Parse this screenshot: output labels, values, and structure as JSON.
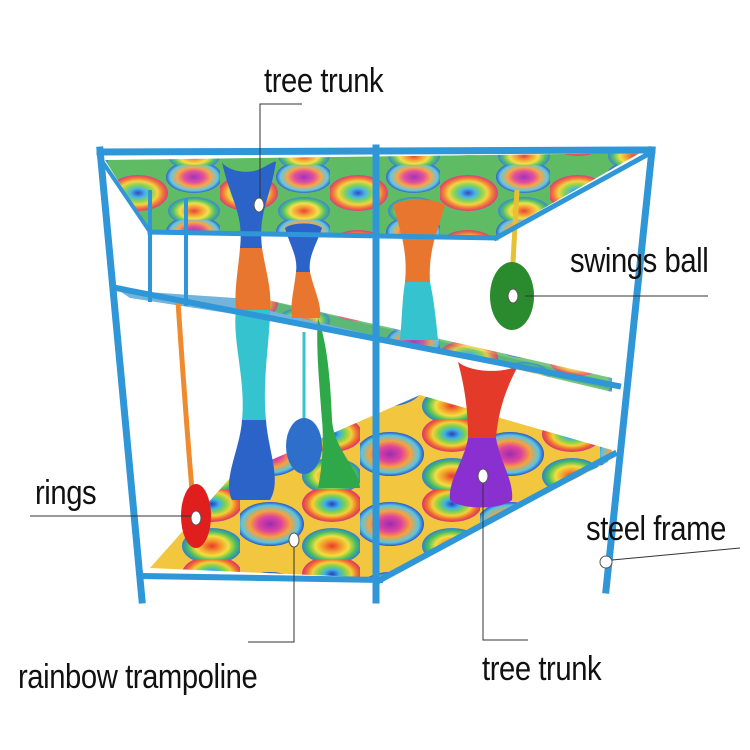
{
  "labels": {
    "tree_trunk_top": "tree trunk",
    "swings_ball": "swings ball",
    "rings": "rings",
    "steel_frame": "steel frame",
    "rainbow_trampoline": "rainbow trampoline",
    "tree_trunk_bottom": "tree trunk"
  },
  "colors": {
    "frame": "#2f96d8",
    "frame_dark": "#1f6fb2",
    "leader_line": "#333333",
    "trunk_blue": "#2b63c9",
    "trunk_orange": "#e8762e",
    "trunk_cyan": "#36c3d0",
    "trunk_green": "#2fa84a",
    "trunk_purple": "#8a2fd0",
    "trunk_red": "#e33a2a",
    "ball_green": "#2a8a2e",
    "ball_blue": "#2f6fcc",
    "ring_red": "#e01e1e"
  }
}
